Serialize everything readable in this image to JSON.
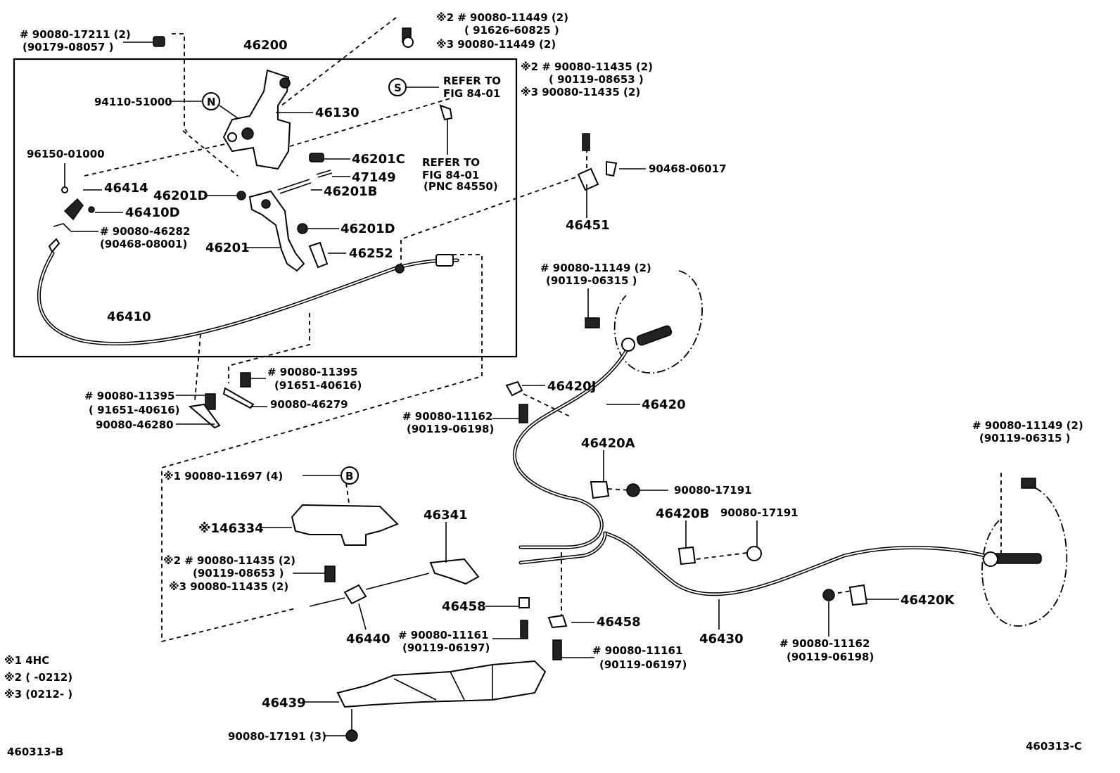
{
  "labels": {
    "bolt_tl_1": "# 90080-17211 (2)",
    "bolt_tl_2": "(90179-08057 )",
    "assy": "46200",
    "top_r1": "※2 # 90080-11449 (2)",
    "top_r2": "( 91626-60825 )",
    "top_r3": "※3 90080-11449 (2)",
    "b_94110": "94110-51000",
    "callout_n": "N",
    "p46130": "46130",
    "callout_s": "S",
    "refer1_1": "REFER TO",
    "refer1_2": "FIG 84-01",
    "refer2_1": "REFER TO",
    "refer2_2": "FIG 84-01",
    "refer2_3": "(PNC 84550)",
    "p96150": "96150-01000",
    "p46414": "46414",
    "p46410D": "46410D",
    "p46201C": "46201C",
    "p47149": "47149",
    "p46201D_a": "46201D",
    "p46201B": "46201B",
    "p90080_46282_1": "# 90080-46282",
    "p90080_46282_2": "(90468-08001)",
    "p46201D_b": "46201D",
    "p46201": "46201",
    "p46252": "46252",
    "p46410": "46410",
    "r_11435_1": "※2 # 90080-11435 (2)",
    "r_11435_2": "( 90119-08653 )",
    "r_11435_3": "※3 90080-11435 (2)",
    "p90468_06017": "90468-06017",
    "p46451": "46451",
    "r_11149_1": "# 90080-11149 (2)",
    "r_11149_2": "(90119-06315 )",
    "l_11395a_1": "# 90080-11395",
    "l_11395a_2": "(91651-40616)",
    "l_11395b_1": "# 90080-11395",
    "l_11395b_2": "( 91651-40616)",
    "p90080_46279": "90080-46279",
    "p90080_46280": "90080-46280",
    "p46420J": "46420J",
    "p46420": "46420",
    "c_11162_1": "# 90080-11162",
    "c_11162_2": "(90119-06198)",
    "rr_11149_1": "# 90080-11149 (2)",
    "rr_11149_2": "(90119-06315 )",
    "p46420A": "46420A",
    "p90080_17191_a": "90080-17191",
    "p46420B": "46420B",
    "p90080_17191_b": "90080-17191",
    "l_11697": "※1 90080-11697 (4)",
    "callout_b": "B",
    "p146334": "※146334",
    "p46341": "46341",
    "m_11435_1": "※2 # 90080-11435 (2)",
    "m_11435_2": "(90119-08653 )",
    "m_11435_3": "※3 90080-11435 (2)",
    "p46458_a": "46458",
    "p46458_b": "46458",
    "p46440": "46440",
    "m_11161_1": "# 90080-11161",
    "m_11161_2": "(90119-06197)",
    "m_11161b_1": "# 90080-11161",
    "m_11161b_2": "(90119-06197)",
    "p46430": "46430",
    "p46420K": "46420K",
    "rr_11162_1": "# 90080-11162",
    "rr_11162_2": "(90119-06198)",
    "note1": "※1 4HC",
    "note2": "※2 (        -0212)",
    "note3": "※3 (0212-        )",
    "p46439": "46439",
    "p90080_17191_c": "90080-17191 (3)",
    "fig_left": "460313-B",
    "fig_right": "460313-C"
  }
}
